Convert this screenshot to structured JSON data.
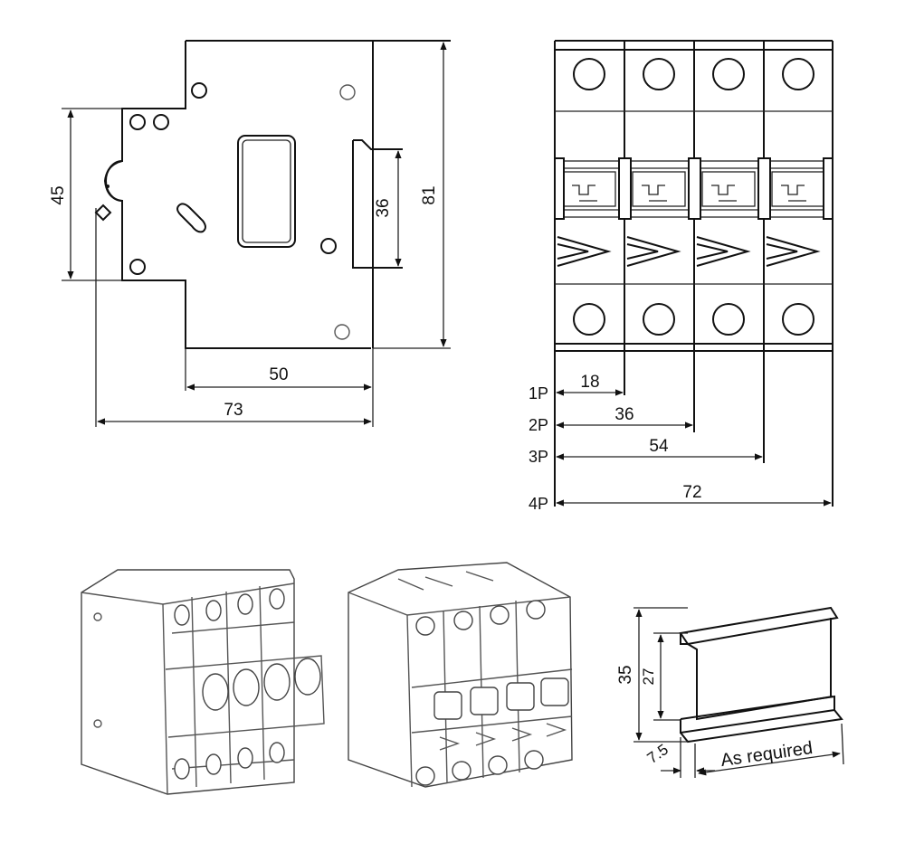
{
  "side_view": {
    "dim_height_45": "45",
    "dim_height_36": "36",
    "dim_height_81": "81",
    "dim_width_50": "50",
    "dim_width_73": "73"
  },
  "front_view": {
    "rows": [
      {
        "pole": "1P",
        "width": "18"
      },
      {
        "pole": "2P",
        "width": "36"
      },
      {
        "pole": "3P",
        "width": "54"
      },
      {
        "pole": "4P",
        "width": "72"
      }
    ]
  },
  "din_rail": {
    "dim_height_35": "35",
    "dim_height_27": "27",
    "dim_flange_7_5": "7.5",
    "length_label": "As required"
  }
}
